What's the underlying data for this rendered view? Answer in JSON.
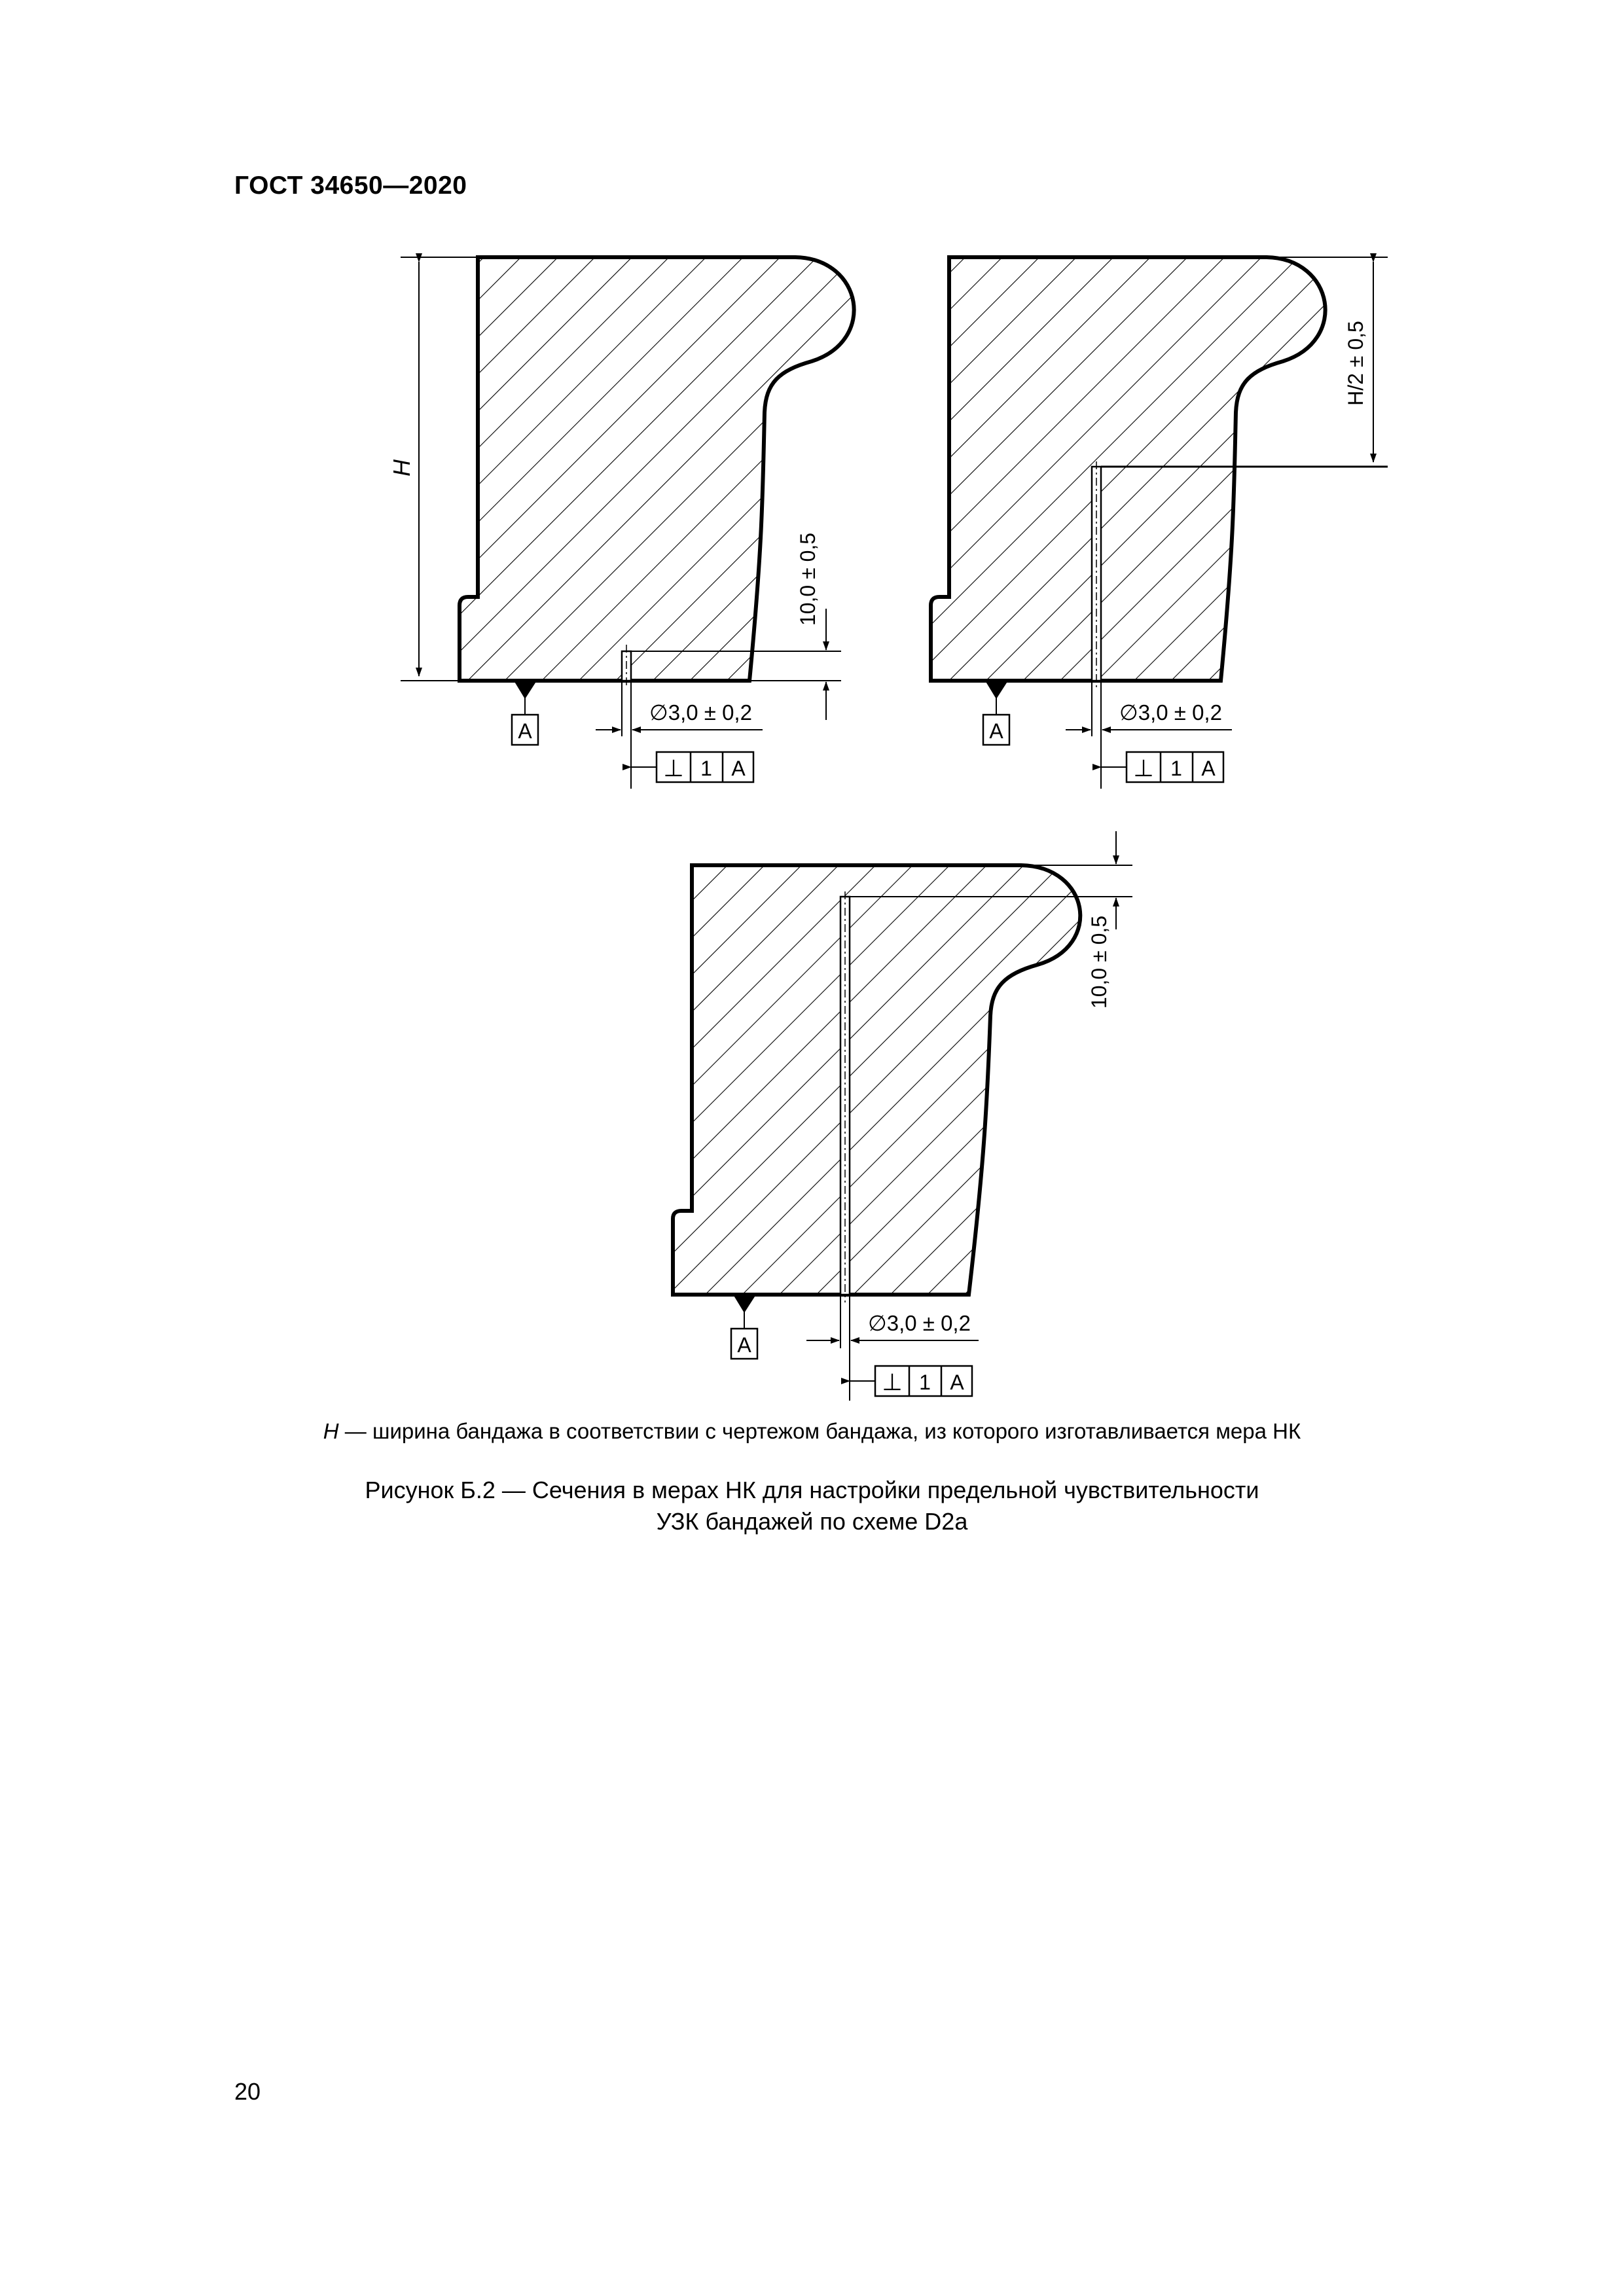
{
  "header": {
    "standard": "ГОСТ 34650—2020"
  },
  "figure": {
    "sections": [
      {
        "name": "section-left",
        "dim_height": "H",
        "dim_hole_depth": "10,0 ± 0,5",
        "diameter": "∅3,0 ± 0,2",
        "datum": "A",
        "tolerance": {
          "symbol": "⊥",
          "value": "1",
          "datum": "A"
        }
      },
      {
        "name": "section-right",
        "dim_half_height": "H/2 ± 0,5",
        "diameter": "∅3,0 ± 0,2",
        "datum": "A",
        "tolerance": {
          "symbol": "⊥",
          "value": "1",
          "datum": "A"
        }
      },
      {
        "name": "section-bottom",
        "dim_hole_depth": "10,0 ± 0,5",
        "diameter": "∅3,0 ± 0,2",
        "datum": "A",
        "tolerance": {
          "symbol": "⊥",
          "value": "1",
          "datum": "A"
        }
      }
    ]
  },
  "note": {
    "variable": "H",
    "text": " — ширина бандажа в соответствии с чертежом бандажа, из которого изготавливается мера НК"
  },
  "caption": {
    "line1": "Рисунок Б.2 — Сечения в мерах НК для настройки предельной чувствительности",
    "line2": "УЗК бандажей по схеме D2a"
  },
  "page_number": "20"
}
